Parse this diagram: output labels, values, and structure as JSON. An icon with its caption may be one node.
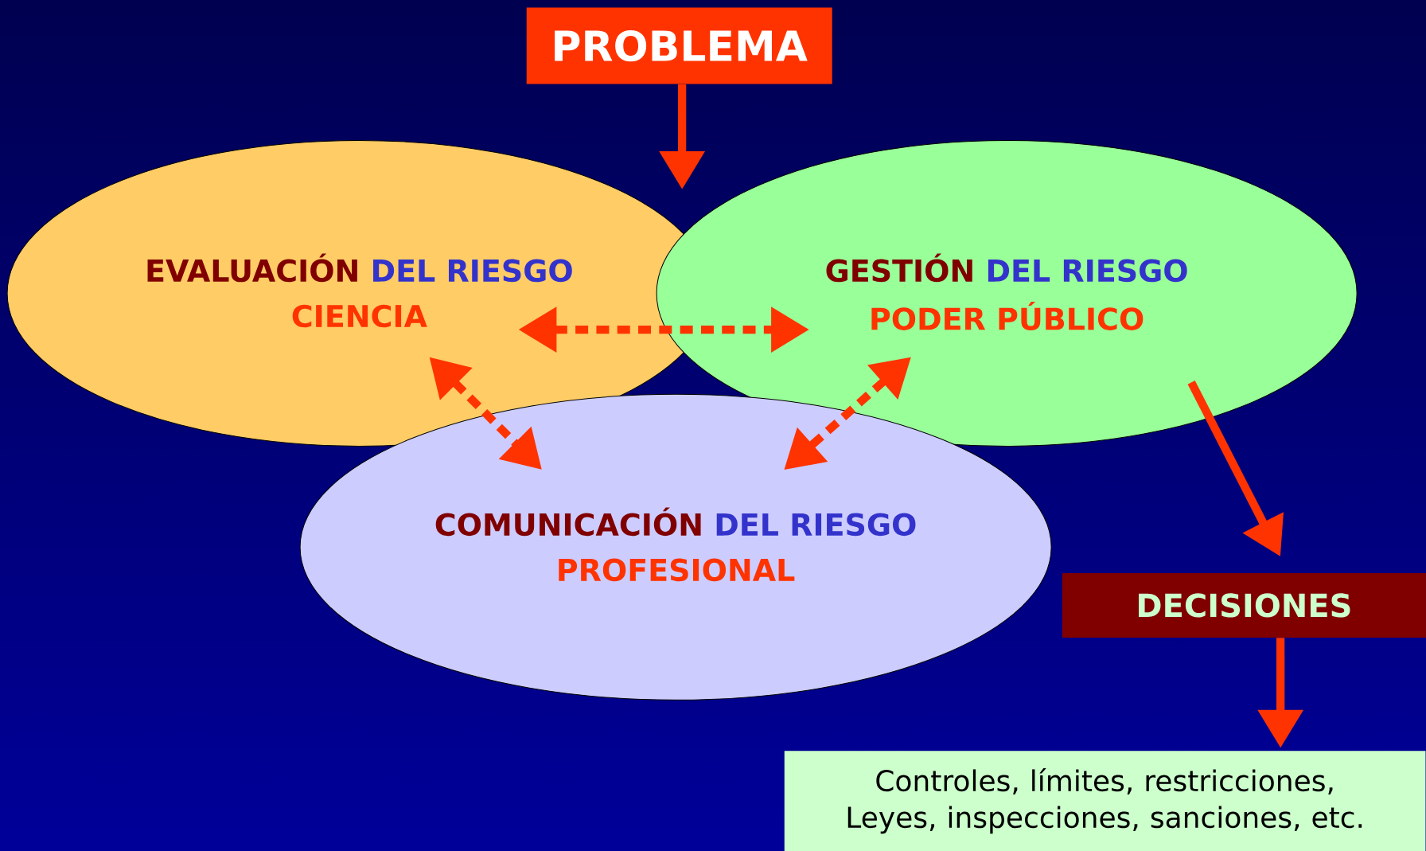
{
  "diagram": {
    "nodes": [
      {
        "text": [
          "PROBLEMA"
        ]
      },
      {
        "text": [
          "EVALUACIÓN",
          "DEL RIESGO",
          "CIENCIA"
        ]
      },
      {
        "text": [
          "GESTIÓN",
          "DEL RIESGO",
          "PODER PÚBLICO"
        ]
      },
      {
        "text": [
          "COMUNICACIÓN",
          "DEL RIESGO",
          "PROFESIONAL"
        ]
      },
      {
        "text": [
          "DECISIONES"
        ]
      },
      {
        "text": [
          "Controles, límites, restricciones, Leyes, inspecciones, sanciones, etc."
        ]
      }
    ],
    "edges": [
      {
        "from": 0,
        "to": null,
        "arrow": "to"
      },
      {
        "from": 1,
        "to": 2,
        "arrow": "both",
        "style": "dashed"
      },
      {
        "from": 1,
        "to": 3,
        "arrow": "both",
        "style": "dashed"
      },
      {
        "from": 2,
        "to": 3,
        "arrow": "both",
        "style": "dashed"
      },
      {
        "from": 2,
        "to": 4,
        "arrow": "to"
      },
      {
        "from": 4,
        "to": 5,
        "arrow": "to"
      }
    ]
  }
}
